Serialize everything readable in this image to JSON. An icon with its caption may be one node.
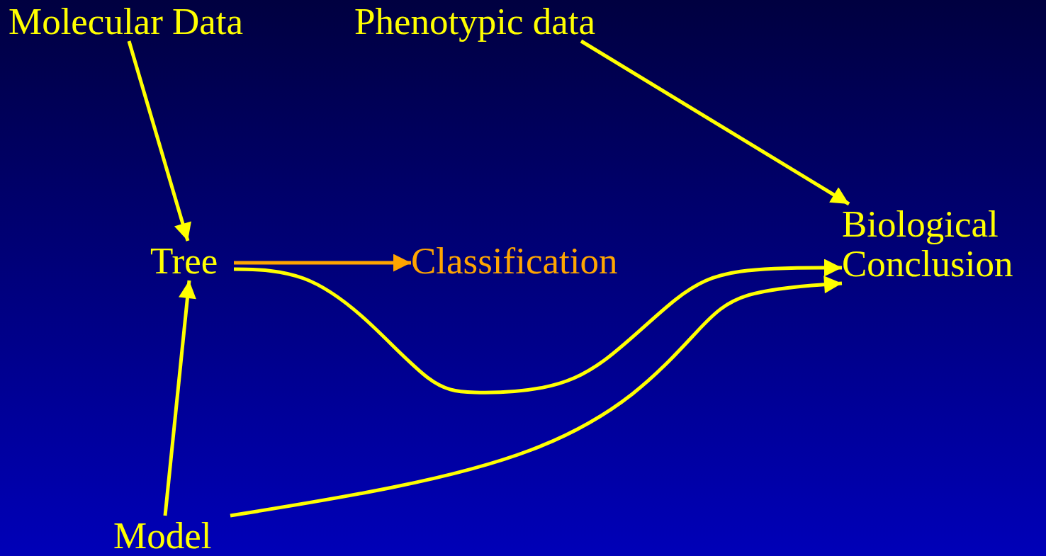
{
  "diagram": {
    "nodes": [
      {
        "text": [
          "Molecular Data"
        ]
      },
      {
        "text": [
          "Phenotypic data"
        ]
      },
      {
        "text": [
          "Tree"
        ]
      },
      {
        "text": [
          "Classification"
        ]
      },
      {
        "text": [
          "Biological Conclusion"
        ]
      },
      {
        "text": [
          "Model"
        ]
      }
    ],
    "edges": [
      {
        "from": 0,
        "to": 2,
        "arrow": "to"
      },
      {
        "from": 1,
        "to": 4,
        "arrow": "to"
      },
      {
        "from": 2,
        "to": 3,
        "arrow": "to",
        "color": "#ffa500"
      },
      {
        "from": 2,
        "to": 4,
        "arrow": "to"
      },
      {
        "from": 5,
        "to": 2,
        "arrow": "to"
      },
      {
        "from": 5,
        "to": 4,
        "arrow": "to"
      }
    ]
  }
}
